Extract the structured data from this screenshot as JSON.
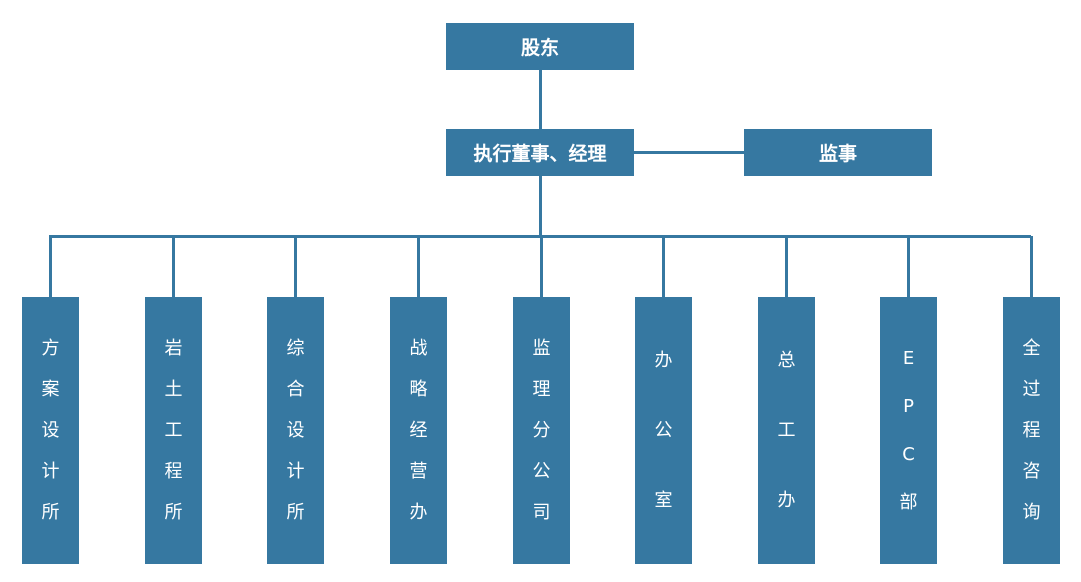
{
  "colors": {
    "box": "#3678a1",
    "text": "#ffffff",
    "line": "#3678a1"
  },
  "top": {
    "label": "股东"
  },
  "executive": {
    "label": "执行董事、经理"
  },
  "supervisor": {
    "label": "监事"
  },
  "departments": [
    {
      "label": "方案设计所"
    },
    {
      "label": "岩土工程所"
    },
    {
      "label": "综合设计所"
    },
    {
      "label": "战略经营办"
    },
    {
      "label": "监理分公司"
    },
    {
      "label": "办公室"
    },
    {
      "label": "总工办"
    },
    {
      "label": "EPC部"
    },
    {
      "label": "全过程咨询"
    }
  ]
}
